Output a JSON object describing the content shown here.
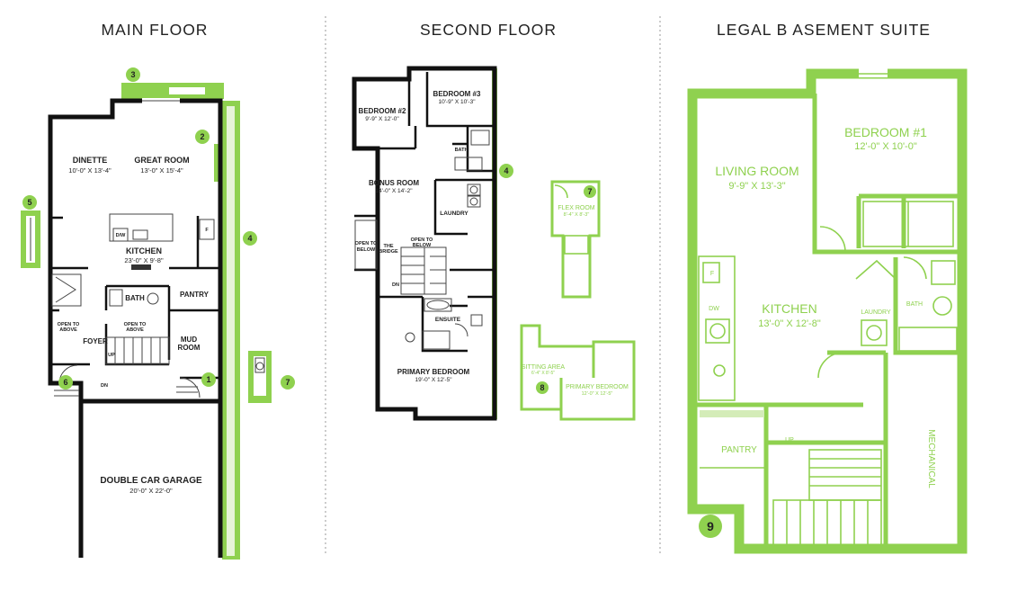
{
  "headings": {
    "main": "MAIN FLOOR",
    "second": "SECOND FLOOR",
    "basement": "LEGAL B ASEMENT SUITE"
  },
  "main_floor": {
    "dinette": "DINETTE",
    "dinette_dim": "10'-0\" X 13'-4\"",
    "great_room": "GREAT ROOM",
    "great_room_dim": "13'-0\" X 15'-4\"",
    "kitchen": "KITCHEN",
    "kitchen_dim": "23'-0\" X 9'-8\"",
    "dw": "D/W",
    "fridge": "F",
    "bath": "BATH",
    "pantry": "PANTRY",
    "open_above_1": "OPEN TO",
    "open_above_1b": "ABOVE",
    "open_above_2": "OPEN TO",
    "open_above_2b": "ABOVE",
    "foyer": "FOYER",
    "mud_room": "MUD",
    "mud_room_b": "ROOM",
    "up": "UP",
    "dn": "DN",
    "garage": "DOUBLE CAR GARAGE",
    "garage_dim": "20'-0\" X 22'-0\""
  },
  "second_floor": {
    "bedroom2": "BEDROOM #2",
    "bedroom2_dim": "9'-9\" X 12'-0\"",
    "bedroom3": "BEDROOM #3",
    "bedroom3_dim": "10'-9\" X 10'-3\"",
    "bath": "BATH",
    "bonus": "BONUS ROOM",
    "bonus_dim": "14'-0\" X 14'-2\"",
    "laundry": "LAUNDRY",
    "open_below_1": "OPEN TO",
    "open_below_1b": "BELOW",
    "bridge": "THE",
    "bridge_b": "BRIDGE",
    "open_below_2": "OPEN TO",
    "open_below_2b": "BELOW",
    "dn": "DN",
    "ensuite": "ENSUITE",
    "primary": "PRIMARY BEDROOM",
    "primary_dim": "19'-0\" X 12'-5\"",
    "flex_room": "FLEX ROOM",
    "flex_dim": "8'-4\" X 8'-3\"",
    "sitting": "SITTING AREA",
    "sitting_dim": "6'-4\" X 8'-5\"",
    "opt_primary": "PRIMARY BEDROOM",
    "opt_primary_dim": "12'-0\" X 12'-5\""
  },
  "basement": {
    "living": "LIVING ROOM",
    "living_dim": "9'-9\" X 13'-3\"",
    "bedroom1": "BEDROOM #1",
    "bedroom1_dim": "12'-0\" X 10'-0\"",
    "kitchen": "KITCHEN",
    "kitchen_dim": "13'-0\" X 12'-8\"",
    "laundry": "LAUNDRY",
    "bath": "BATH",
    "dw": "DW",
    "fridge": "F",
    "pantry": "PANTRY",
    "up": "UP",
    "mechanical": "MECHANICAL"
  },
  "badges": [
    "1",
    "2",
    "3",
    "4",
    "5",
    "6",
    "7",
    "8",
    "9"
  ],
  "colors": {
    "accent_green": "#8fd14f",
    "wall": "#111111"
  }
}
